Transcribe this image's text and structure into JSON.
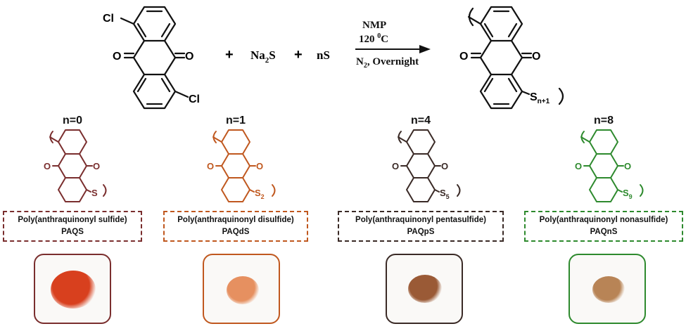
{
  "reaction": {
    "reactant_label_cl_top": "Cl",
    "reactant_label_cl_bottom": "Cl",
    "oxygen_label": "O",
    "plus_1": "+",
    "plus_2": "+",
    "na2s_main": "Na",
    "na2s_sub": "2",
    "na2s_tail": "S",
    "ns": "nS",
    "cond_solvent": "NMP",
    "cond_temp": "120 ",
    "cond_temp_sup": "0",
    "cond_temp_unit": "C",
    "cond_gas_main": "N",
    "cond_gas_sub": "2",
    "cond_gas_tail": ", Overnight",
    "product_s": "S",
    "product_sub": "n+1"
  },
  "polymers": [
    {
      "n_label": "n=0",
      "s_label": "S",
      "s_sub": "",
      "name": "Poly(anthraquinonyl sulfide)",
      "abbr": "PAQS",
      "color": "#7a2e2e",
      "powder_color": "#d8401e"
    },
    {
      "n_label": "n=1",
      "s_label": "S",
      "s_sub": "2",
      "name": "Poly(anthraquinonyl disulfide)",
      "abbr": "PAQdS",
      "color": "#c0581f",
      "powder_color": "#e69060"
    },
    {
      "n_label": "n=4",
      "s_label": "S",
      "s_sub": "5",
      "name": "Poly(anthraquinonyl pentasulfide)",
      "abbr": "PAQpS",
      "color": "#3a2a26",
      "powder_color": "#9a5a36"
    },
    {
      "n_label": "n=8",
      "s_label": "S",
      "s_sub": "9",
      "name": "Poly(anthraquinonyl nonasulfide)",
      "abbr": "PAQnS",
      "color": "#2e8a2e",
      "powder_color": "#b88456"
    }
  ]
}
